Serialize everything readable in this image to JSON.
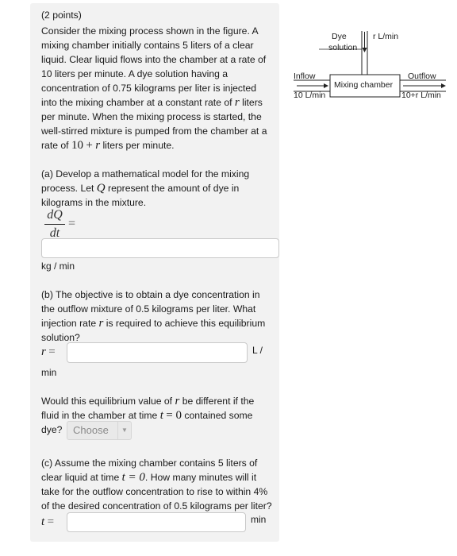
{
  "points": "(2 points)",
  "intro": [
    "Consider the mixing process shown in the figure. A",
    "mixing chamber initially contains 5 liters of a clear",
    "liquid. Clear liquid flows into the chamber at a rate of",
    "10 liters per minute. A dye solution having a",
    "concentration of 0.75 kilograms per liter is injected",
    "into the mixing chamber at a constant rate of",
    "per minute. When the mixing process is started, the",
    "well-stirred mixture is pumped from the chamber at a",
    "rate of"
  ],
  "intro_r_liters": "liters",
  "intro_rate_expr_a": "10",
  "intro_rate_expr_op": "+",
  "intro_rate_tail": "liters per minute.",
  "var_r": "r",
  "part_a": {
    "lines": [
      "(a) Develop a mathematical model for the mixing",
      "process. Let"
    ],
    "var": "Q",
    "tail": "represent the amount of dye in",
    "line3": "kilograms in the mixture.",
    "frac_num": "dQ",
    "frac_den": "dt",
    "equals": "=",
    "input_value": "",
    "unit": "kg / min"
  },
  "part_b": {
    "lines": [
      "(b) The objective is to obtain a dye concentration in",
      "the outflow mixture of 0.5 kilograms per liter. What",
      "injection rate",
      "is required to achieve this equilibrium",
      "solution?"
    ],
    "var": "r",
    "equals": "=",
    "input_value": "",
    "unit_a": "L /",
    "unit_b": "min",
    "q2_lines": [
      "Would this equilibrium value of",
      "be different if the",
      "fluid in the chamber at time",
      "contained some",
      "dye?"
    ],
    "q2_t": "t",
    "q2_eq": "= 0",
    "select_value": "Choose"
  },
  "part_c": {
    "lines": [
      "(c) Assume the mixing chamber contains 5 liters of",
      "clear liquid at time",
      ". How many minutes will it",
      "take for the outflow concentration to rise to within 4%",
      "of the desired concentration of 0.5 kilograms per liter?"
    ],
    "t_expr": "t = 0",
    "var": "t",
    "equals": "=",
    "input_value": "",
    "unit": "min"
  },
  "diagram": {
    "dye": "Dye",
    "solution": "solution",
    "r_rate": "r L/min",
    "inflow": "Inflow",
    "inflow_rate": "10 L/min",
    "chamber": "Mixing chamber",
    "outflow": "Outflow",
    "outflow_rate": "10+r L/min"
  }
}
